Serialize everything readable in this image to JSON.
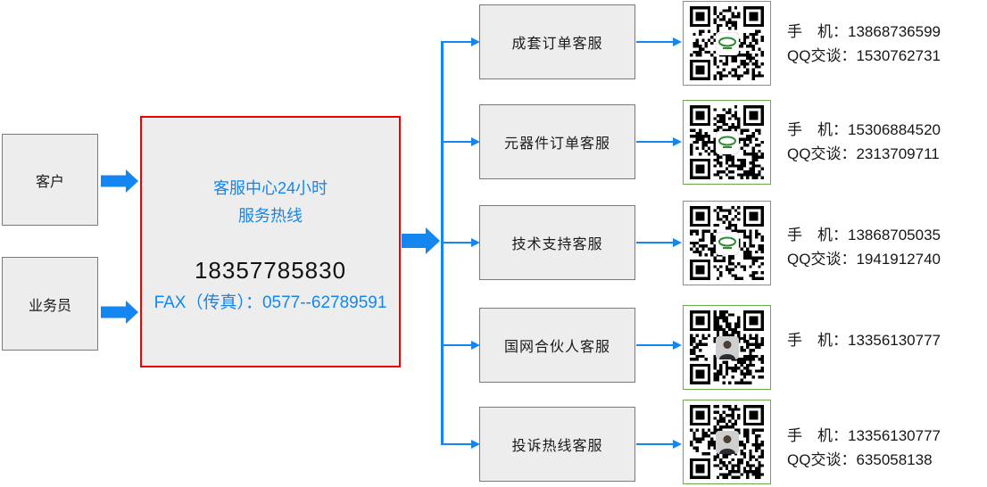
{
  "colors": {
    "blue": "#1486f0",
    "red": "#f10000",
    "fill": "#ededed",
    "border": "#7a7a7a",
    "qrborder": "#6aaa4e",
    "ink": "#1a1a1a"
  },
  "left_nodes": [
    {
      "label": "客户"
    },
    {
      "label": "业务员"
    }
  ],
  "center": {
    "title_line1": "客服中心24小时",
    "title_line2": "服务热线",
    "phone": "18357785830",
    "fax": "FAX（传真）：0577--62789591"
  },
  "rows": [
    {
      "label": "成套订单客服",
      "qr_center": "logo",
      "phone_label": "手　机：",
      "phone": "13868736599",
      "qq_label": "QQ交谈：",
      "qq": "1530762731"
    },
    {
      "label": "元器件订单客服",
      "qr_center": "logo",
      "phone_label": "手　机：",
      "phone": "15306884520",
      "qq_label": "QQ交谈：",
      "qq": "2313709711"
    },
    {
      "label": "技术支持客服",
      "qr_center": "logo",
      "phone_label": "手　机：",
      "phone": "13868705035",
      "qq_label": "QQ交谈：",
      "qq": "1941912740"
    },
    {
      "label": "国网合伙人客服",
      "qr_center": "avatar",
      "phone_label": "手　机：",
      "phone": "13356130777"
    },
    {
      "label": "投诉热线客服",
      "qr_center": "avatar",
      "phone_label": "手　机：",
      "phone": "13356130777",
      "qq_label": "QQ交谈：",
      "qq": "635058138"
    }
  ]
}
